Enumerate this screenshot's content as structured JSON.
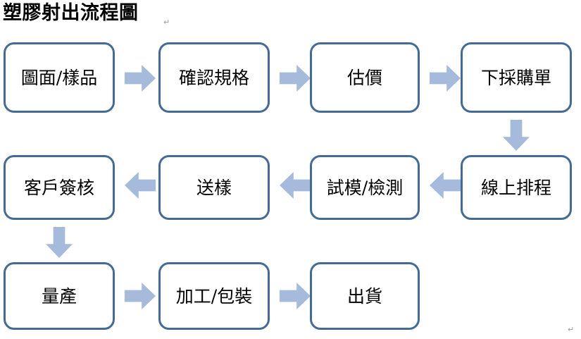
{
  "document": {
    "title": "塑膠射出流程圖",
    "paragraph_mark": "↵",
    "end_mark": "↵"
  },
  "theme": {
    "box_border_color": "#446a96",
    "box_fill_color": "#ffffff",
    "arrow_color": "#a6badb",
    "text_color": "#000000",
    "page_background": "#ffffff"
  },
  "flowchart": {
    "rows": [
      {
        "direction": "left-to-right",
        "nodes": [
          {
            "label": "圖面/樣品"
          },
          {
            "label": "確認規格"
          },
          {
            "label": "估價"
          },
          {
            "label": "下採購單"
          }
        ]
      },
      {
        "direction": "right-to-left",
        "nodes": [
          {
            "label": "客戶簽核"
          },
          {
            "label": "送樣"
          },
          {
            "label": "試模/檢測"
          },
          {
            "label": "線上排程"
          }
        ]
      },
      {
        "direction": "left-to-right",
        "nodes": [
          {
            "label": "量產"
          },
          {
            "label": "加工/包裝"
          },
          {
            "label": "出貨"
          }
        ]
      }
    ],
    "connectors": [
      {
        "from": "圖面/樣品",
        "to": "確認規格",
        "type": "arrow-right"
      },
      {
        "from": "確認規格",
        "to": "估價",
        "type": "arrow-right"
      },
      {
        "from": "估價",
        "to": "下採購單",
        "type": "arrow-right"
      },
      {
        "from": "下採購單",
        "to": "線上排程",
        "type": "arrow-down"
      },
      {
        "from": "線上排程",
        "to": "試模/檢測",
        "type": "arrow-left"
      },
      {
        "from": "試模/檢測",
        "to": "送樣",
        "type": "arrow-left"
      },
      {
        "from": "送樣",
        "to": "客戶簽核",
        "type": "arrow-left"
      },
      {
        "from": "客戶簽核",
        "to": "量產",
        "type": "arrow-down"
      },
      {
        "from": "量產",
        "to": "加工/包裝",
        "type": "arrow-right"
      },
      {
        "from": "加工/包裝",
        "to": "出貨",
        "type": "arrow-right"
      }
    ]
  }
}
